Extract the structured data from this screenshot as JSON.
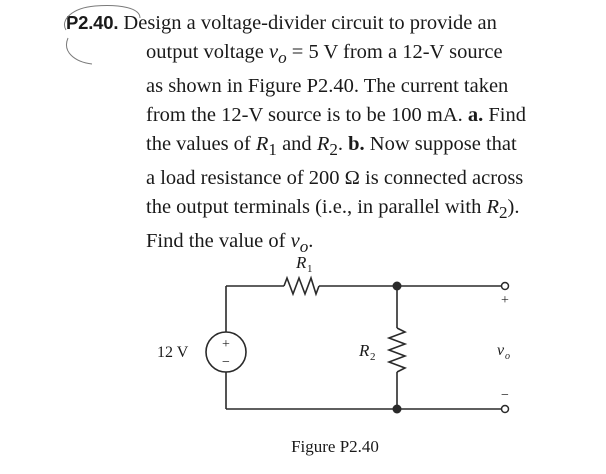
{
  "problem": {
    "number": "P2.40.",
    "line1": "Design a voltage-divider circuit to provide an",
    "line2a": "output voltage ",
    "line2_vo": "v",
    "line2_vo_sub": "o",
    "line2b": " = 5 V from a 12-V source",
    "line3": "as shown in Figure P2.40. The current taken",
    "line4a": "from the 12-V source is to be 100 mA. ",
    "part_a": "a.",
    "line4b": " Find",
    "line5a": "the values of ",
    "line5_r1": "R",
    "line5_r1_sub": "1",
    "line5_and": " and ",
    "line5_r2": "R",
    "line5_r2_sub": "2",
    "line5b": ". ",
    "part_b": "b.",
    "line5c": " Now suppose that",
    "line6": "a load resistance of 200 Ω is connected across",
    "line7a": "the output terminals (i.e., in parallel with ",
    "line7_r2": "R",
    "line7_r2_sub": "2",
    "line7b": ").",
    "line8a": "Find the value of ",
    "line8_vo": "v",
    "line8_vo_sub": "o",
    "line8b": "."
  },
  "circuit": {
    "source_label": "12 V",
    "source_plus": "+",
    "source_minus": "−",
    "r1_label": "R",
    "r1_sub": "1",
    "r2_label": "R",
    "r2_sub": "2",
    "out_plus": "+",
    "out_minus": "−",
    "out_label": "v",
    "out_sub": "o",
    "caption": "Figure P2.40"
  }
}
